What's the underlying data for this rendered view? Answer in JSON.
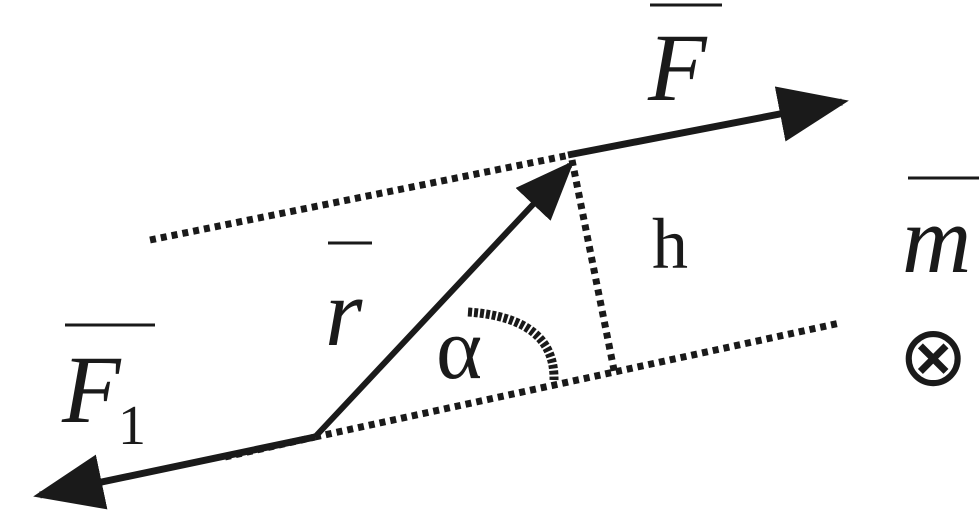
{
  "labels": {
    "force": "F",
    "force_opposite": "F",
    "force_opposite_subscript": "1",
    "radius_vector": "r",
    "arm": "h",
    "angle": "α",
    "moment": "m",
    "moment_direction_symbol": "⊗"
  },
  "colors": {
    "ink": "#1a1a1a",
    "background": "#ffffff"
  }
}
